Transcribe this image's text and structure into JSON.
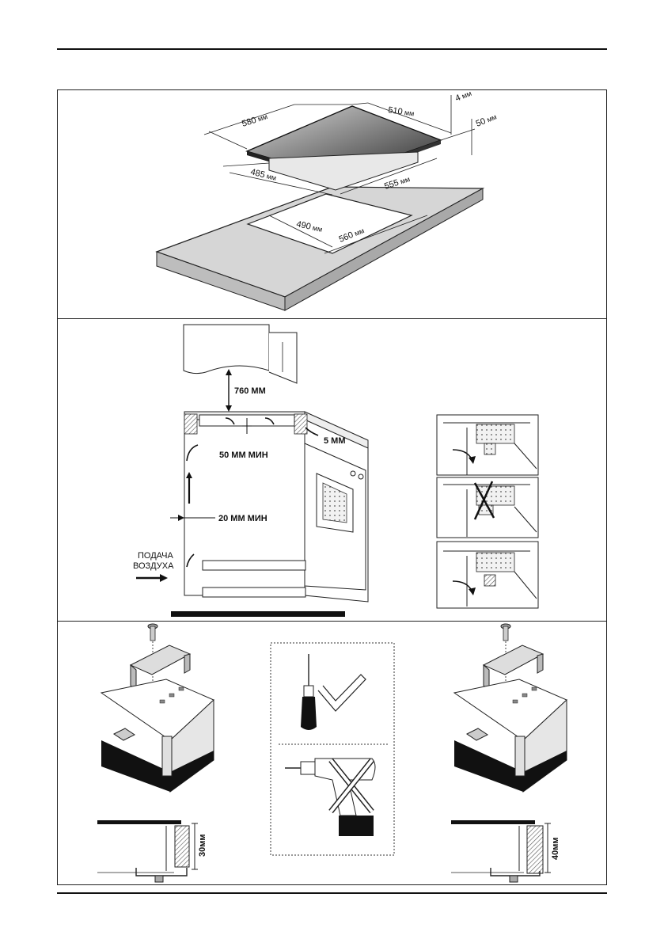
{
  "cutout_section": {
    "dim_width_total": "580",
    "dim_depth_total": "510",
    "dim_thickness": "4",
    "dim_height": "50",
    "dim_width_body": "485",
    "dim_depth_body": "555",
    "dim_cutout_width": "490",
    "dim_cutout_depth": "560",
    "unit": "мм"
  },
  "clearance_section": {
    "top_clearance": "760 ММ",
    "gap_above_oven": "50 ММ МИН",
    "side_gap": "5 ММ",
    "rear_gap": "20 ММ МИН",
    "air_supply_line1": "ПОДАЧА",
    "air_supply_line2": "ВОЗДУХА"
  },
  "bracket_section": {
    "left_thickness": "30мм",
    "right_thickness": "40мм"
  }
}
